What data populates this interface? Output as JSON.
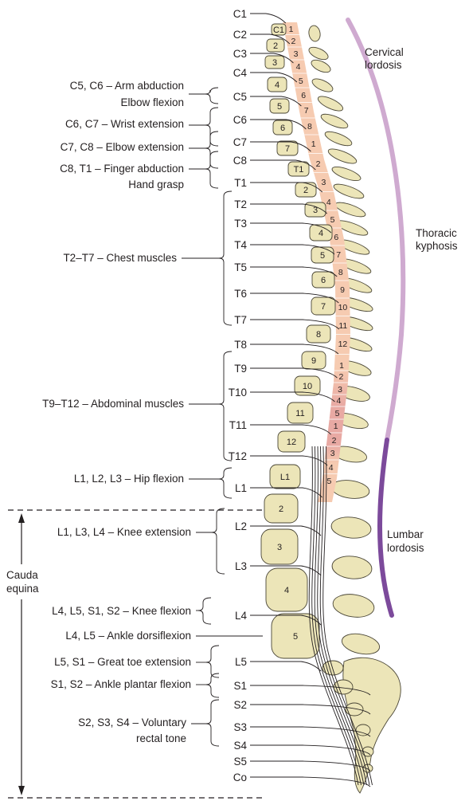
{
  "colors": {
    "bone": "#ece5b8",
    "bone_stroke": "#4a4636",
    "cord": "#f6cbb1",
    "cord_lumbar": "#e8a9a3",
    "cervical": "#cfaad0",
    "thoracic": "#cfaad0",
    "lumbar": "#7c4a9b"
  },
  "curvatures": {
    "cervical": [
      "Cervical",
      "lordosis"
    ],
    "thoracic": [
      "Thoracic",
      "kyphosis"
    ],
    "lumbar": [
      "Lumbar",
      "lordosis"
    ]
  },
  "cauda_equina": [
    "Cauda",
    "equina"
  ],
  "root_labels": [
    "C1",
    "C2",
    "C3",
    "C4",
    "C5",
    "C6",
    "C7",
    "C8",
    "T1",
    "T2",
    "T3",
    "T4",
    "T5",
    "T6",
    "T7",
    "T8",
    "T9",
    "T10",
    "T11",
    "T12",
    "L1",
    "L2",
    "L3",
    "L4",
    "L5",
    "S1",
    "S2",
    "S3",
    "S4",
    "S5",
    "Co"
  ],
  "vertebra_numbers": [
    "C1",
    "2",
    "3",
    "4",
    "5",
    "6",
    "7",
    "T1",
    "2",
    "3",
    "4",
    "5",
    "6",
    "7",
    "8",
    "9",
    "10",
    "11",
    "12",
    "L1",
    "2",
    "3",
    "4",
    "5"
  ],
  "segment_numbers": [
    "1",
    "2",
    "3",
    "4",
    "5",
    "6",
    "7",
    "8",
    "1",
    "2",
    "3",
    "4",
    "5",
    "6",
    "7",
    "8",
    "9",
    "10",
    "11",
    "12",
    "1",
    "2",
    "3",
    "4",
    "5",
    "1",
    "2",
    "3",
    "4",
    "5"
  ],
  "functions": [
    [
      "C5, C6 – Arm abduction",
      "Elbow flexion"
    ],
    [
      "C6, C7 – Wrist extension"
    ],
    [
      "C7, C8 – Elbow extension"
    ],
    [
      "C8, T1 – Finger abduction",
      "Hand grasp"
    ],
    [
      "T2–T7 – Chest muscles"
    ],
    [
      "T9–T12 – Abdominal muscles"
    ],
    [
      "L1, L2, L3 – Hip flexion"
    ],
    [
      "L1, L3, L4 – Knee extension"
    ],
    [
      "L4, L5, S1, S2 – Knee flexion"
    ],
    [
      "L4, L5 – Ankle dorsiflexion"
    ],
    [
      "L5, S1 – Great toe extension"
    ],
    [
      "S1, S2 – Ankle plantar flexion"
    ],
    [
      "S2, S3, S4 – Voluntary",
      "rectal tone"
    ]
  ]
}
